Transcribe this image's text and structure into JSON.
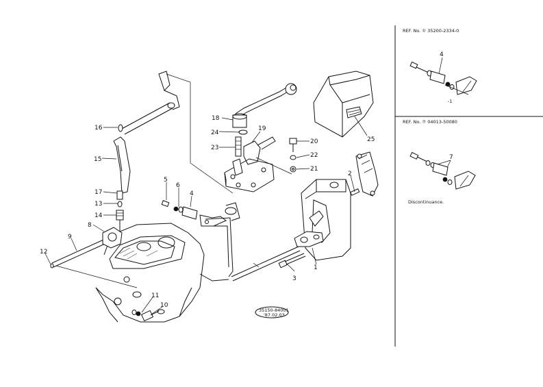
{
  "parts": {
    "p1": "1",
    "p2": "2",
    "p3": "3",
    "p4": "4",
    "p5": "5",
    "p6": "6",
    "p7": "7",
    "p8": "8",
    "p9": "9",
    "p10": "10",
    "p11": "11",
    "p12": "12",
    "p13": "13",
    "p14": "14",
    "p15": "15",
    "p16": "16",
    "p17": "17",
    "p18": "18",
    "p19": "19",
    "p20": "20",
    "p21": "21",
    "p22": "22",
    "p23": "23",
    "p24": "24",
    "p25": "25"
  },
  "sidebar": {
    "ref1": "REF. No. ① 35200-2334-0",
    "ref1_part": "4",
    "ref2": "REF. No. ⑦ 04013-50080",
    "ref2_part": "7",
    "discontinuance": "Discontinuance."
  },
  "stamp": {
    "line1": "35150-84001",
    "line2": "'87.02.03"
  }
}
